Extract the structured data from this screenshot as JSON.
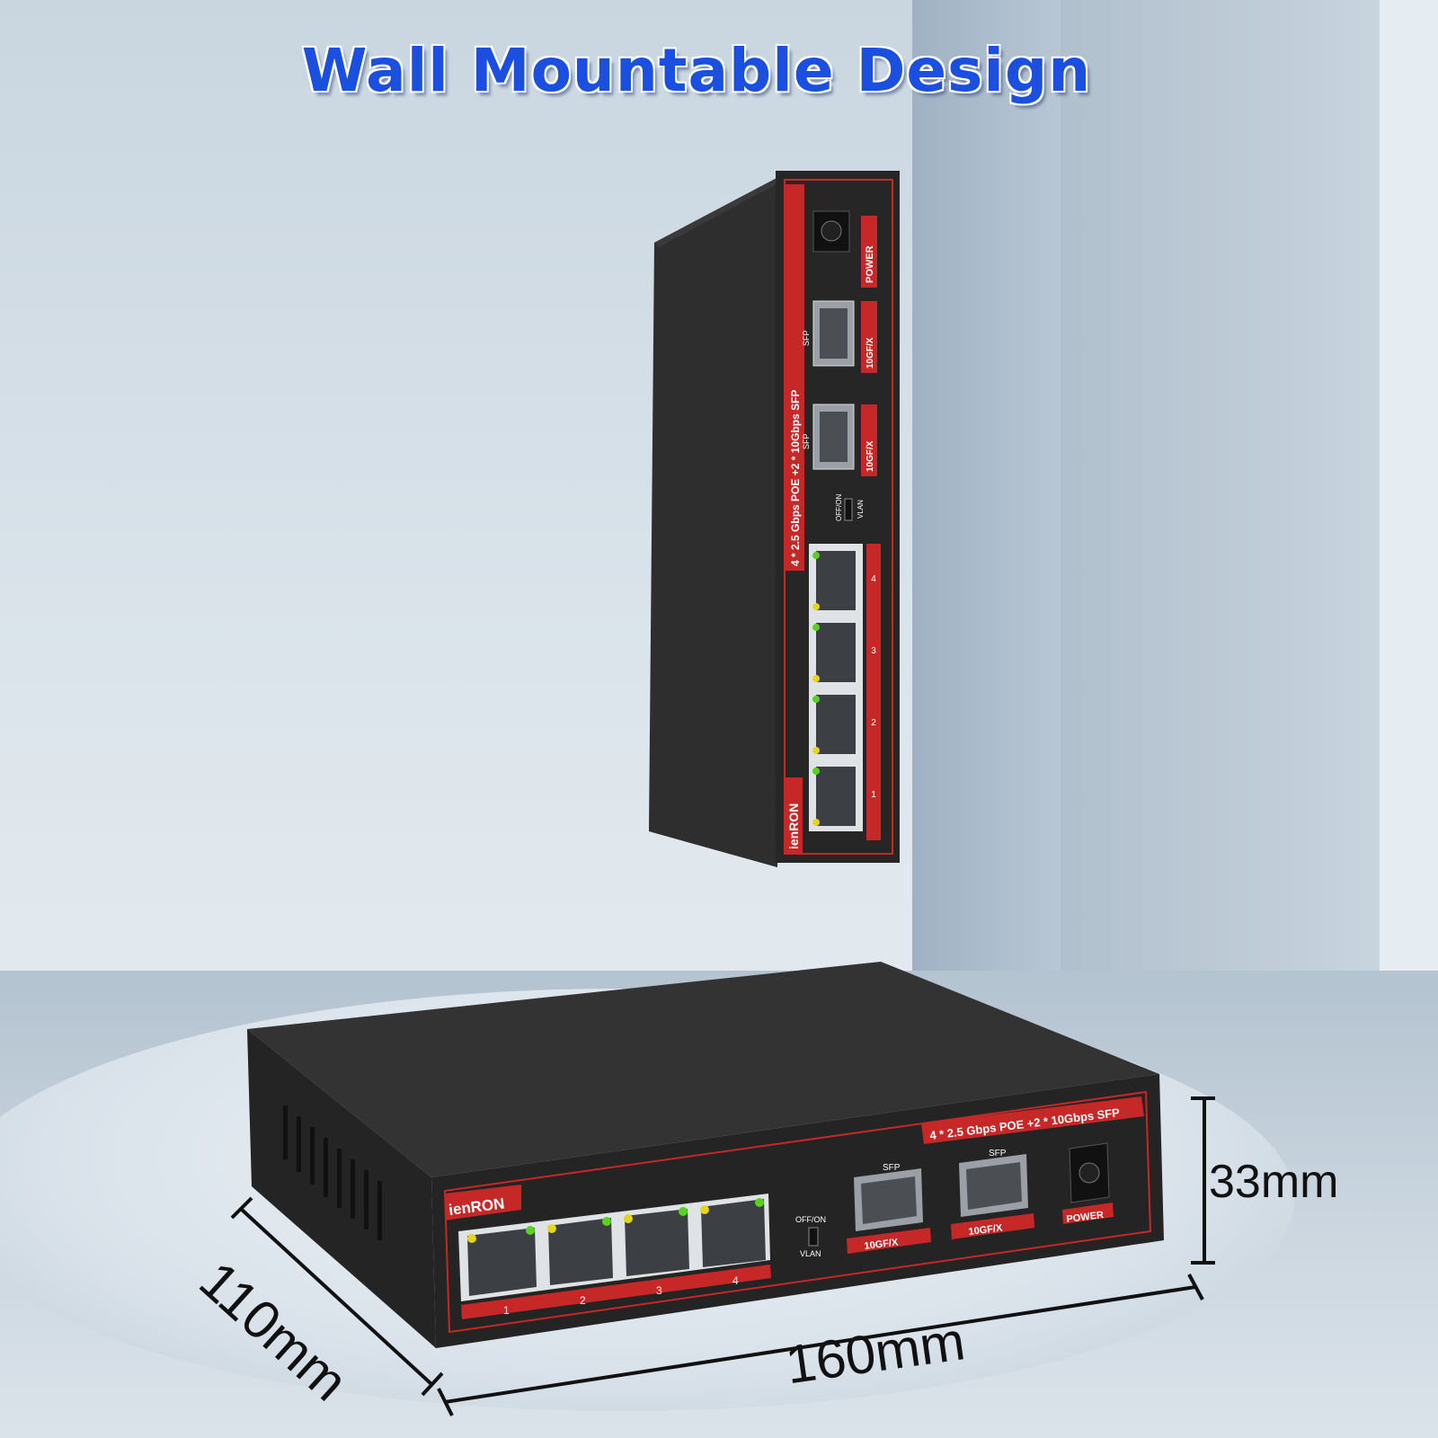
{
  "title": "Wall Mountable Design",
  "brand": "ienRON",
  "spec_label": "4 * 2.5 Gbps POE  +2 * 10Gbps SFP",
  "power_label": "POWER",
  "sfp_label": "SFP",
  "sfp_port_label": "10GF/X",
  "vlan_switch": {
    "top": "OFF/ON",
    "bottom": "VLAN"
  },
  "rj45_ports": [
    "1",
    "2",
    "3",
    "4"
  ],
  "dimensions": {
    "width": "160mm",
    "depth": "110mm",
    "height": "33mm"
  },
  "colors": {
    "accent": "#d32a2a",
    "body": "#2b2b2b",
    "title": "#1a4fe0",
    "led_green": "#5ad11f",
    "led_yellow": "#e7d51c"
  }
}
